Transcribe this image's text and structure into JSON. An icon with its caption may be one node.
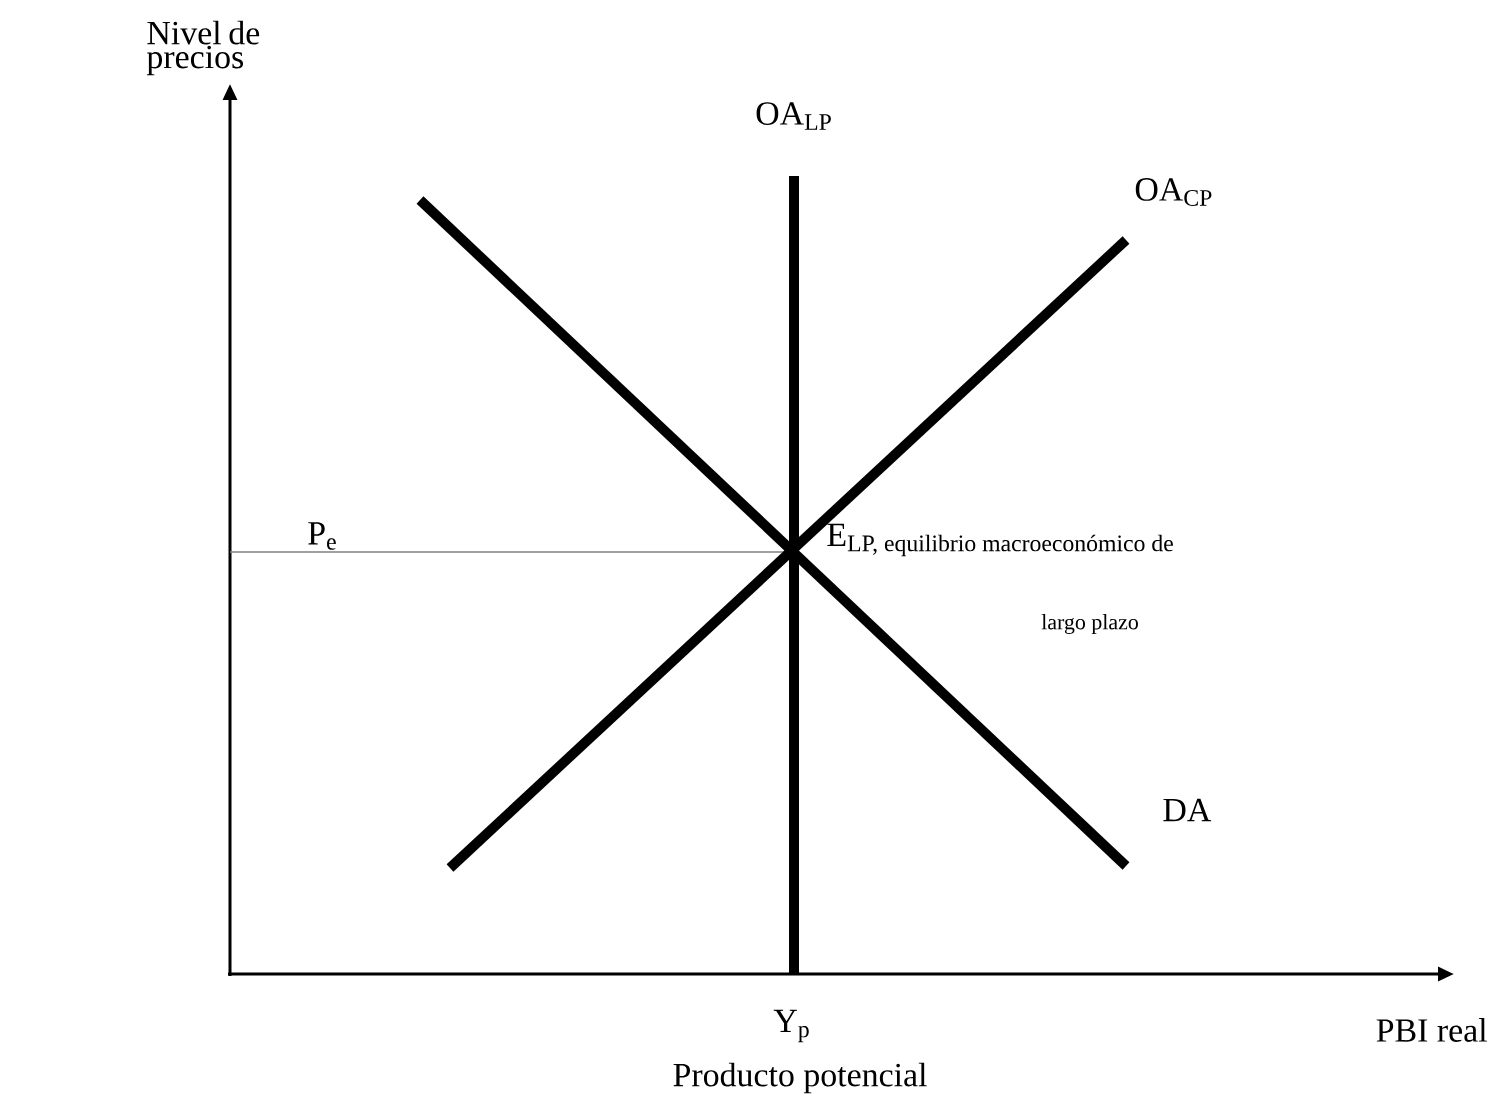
{
  "diagram": {
    "labels": [
      "Nivel de precios",
      "OA$_{LP}$",
      "OA$_{CP}$",
      "P$_{e}$",
      "\\text{E}_{\\text{LP, equilibrio macroeconómico de}}",
      "largo plazo",
      "DA",
      "Y$_{p}$",
      "Producto potencial",
      "PBI real"
    ]
  }
}
